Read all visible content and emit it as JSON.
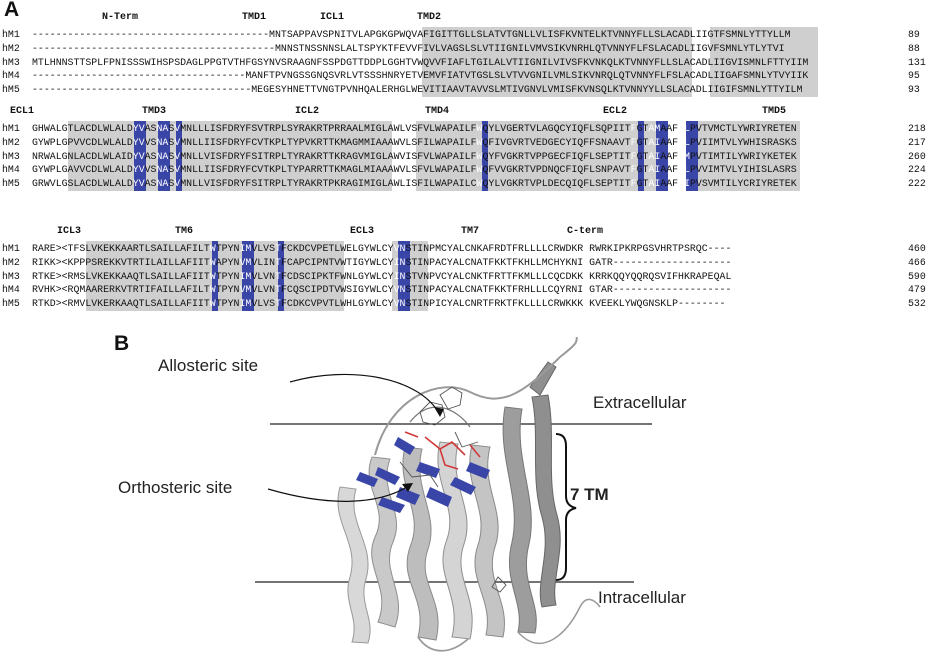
{
  "panel_a": {
    "letter": "A",
    "rows": [
      {
        "labels": [
          {
            "id": "nterm",
            "text": "N-Term"
          },
          {
            "id": "tmd1",
            "text": "TMD1"
          },
          {
            "id": "icl1",
            "text": "ICL1"
          },
          {
            "id": "tmd2",
            "text": "TMD2"
          }
        ],
        "sequences": [
          {
            "name": "hM1",
            "seq": "----------------------------------------MNTSAPPAVSPNITVLAPGKGPWQVAFIGITTGLLSLATVTGNLLVLISFKVNTELKTVNNYFLLSLACADLIIGTFSMNLYTTYLLM",
            "end": "89"
          },
          {
            "name": "hM2",
            "seq": "-----------------------------------------MNNSTNSSNNSLALTSPYKTFEVVFIVLVAGSLSLVTIIGNILVMVSIKVNRHLQTVNNYFLFSLACADLIIGVFSMNLYTLYTVI",
            "end": "88"
          },
          {
            "name": "hM3",
            "seq": "MTLHNNSTTSPLFPNISSSWIHSPSDAGLPPGTVTHFGSYNVSRAAGNFSSPDGTTDDPLGGHTVWQVVFIAFLTGILALVTIIGNILVIVSFKVNKQLKTVNNYFLLSLACADLIIGVISMNLFTTYIIM",
            "end": "131"
          },
          {
            "name": "hM4",
            "seq": "------------------------------------MANFTPVNGSSGNQSVRLVTSSSHNRYETVEMVFIATVTGSLSLVTVVGNILVMLSIKVNRQLQTVNNYFLFSLACADLIIGAFSMNLYTVYIIK",
            "end": "95"
          },
          {
            "name": "hM5",
            "seq": "-------------------------------------MEGESYHNETTVNGTPVNHQALERHGLWEVITIAAVTAVVSLMTIVGNVLVMISFKVNSQLKTVNNYYLLSLACADLIIGIFSMNLYTTYILM",
            "end": "93"
          }
        ]
      },
      {
        "labels": [
          {
            "id": "ecl1",
            "text": "ECL1"
          },
          {
            "id": "tmd3",
            "text": "TMD3"
          },
          {
            "id": "icl2",
            "text": "ICL2"
          },
          {
            "id": "tmd4",
            "text": "TMD4"
          },
          {
            "id": "ecl2",
            "text": "ECL2"
          },
          {
            "id": "tmd5",
            "text": "TMD5"
          }
        ],
        "sequences": [
          {
            "name": "hM1",
            "seq": "GHWALGTLACDLWLALDYVASNASVMNLLLISFDRYFSVTRPLSYRAKRTPRRAALMIGLAWLVSFVLWAPAILFWQYLVGERTVLAGQCYIQFLSQPIITFGTAMAAFYLPVTVMCTLYWRIYRETEN",
            "end": "218"
          },
          {
            "name": "hM2",
            "seq": "GYWPLGPVVCDLWLALDYVVSNASVMNLLIISFDRYFCVTKPLTYPVKRTTKMAGMMIAAAWVLSFILWAPAILFWQFIVGVRTVEDGECYIQFFSNAAVTFGTAIAAFYLPVIIMTVLYWHISRASKS",
            "end": "217"
          },
          {
            "name": "hM3",
            "seq": "NRWALGNLACDLWLAIDYVASNASVMNLLVISFDRYFSITRPLTYRAKRTTKRAGVMIGLAWVISFVLWAPAILFWQYFVGKRTVPPGECFIQFLSEPTITFGTAIAAFYMPVTIMTILYWRIYKETEK",
            "end": "260"
          },
          {
            "name": "hM4",
            "seq": "GYWPLGAVVCDLWLALDYVVSNASVMNLLIISFDRYFCVTKPLTYPARRTTKMAGLMIAAAWVLSFVLWAPAILFWQFVVGKRTVPDNQCFIQFLSNPAVTFGTAIAAFYLPVVIMTVLYIHISLASRS",
            "end": "224"
          },
          {
            "name": "hM5",
            "seq": "GRWVLGSLACDLWLALDYVASNASVMNLLVISFDRYFSITRPLTYRAKRTPKRAGIMIGLAWLISFILWAPAILCWQYLVGKRTVPLDECQIQFLSEPTITFGTAIAAFYIPVSVMTILYCRIYRETEK",
            "end": "222"
          }
        ]
      },
      {
        "labels": [
          {
            "id": "icl3",
            "text": "ICL3"
          },
          {
            "id": "tm6",
            "text": "TM6"
          },
          {
            "id": "ecl3",
            "text": "ECL3"
          },
          {
            "id": "tm7",
            "text": "TM7"
          },
          {
            "id": "cterm",
            "text": "C-term"
          }
        ],
        "sequences": [
          {
            "name": "hM1",
            "seq": "RARE><TFSLVKEKKAARTLSAILLAFILTWTPYNIMVLVSTFCKDCVPETLWELGYWLCYVNSTINPMCYALCNKAFRDTFRLLLLCRWDKR RWRKIPKRPGSVHRTPSRQC----",
            "end": "460"
          },
          {
            "name": "hM2",
            "seq": "RIKK><KPPPSREKKVTRTILAILLAFIITWAPYNVMVLINTFCAPCIPNTVWTIGYWLCYINSTINPACYALCNATFKKTFKHLLMCHYKNI GATR--------------------",
            "end": "466"
          },
          {
            "name": "hM3",
            "seq": "RTKE><RMSLVKEKKAAQTLSAILLAFIITWTPYNIMVLVNTFCDSCIPKTFWNLGYWLCYINSTVNPVCYALCNKTFRTTFKMLLLCQCDKK KRRKQQYQQRQSVIFHKRAPEQAL",
            "end": "590"
          },
          {
            "name": "hM4",
            "seq": "RVHK><RQMAARERKVTRTIFAILLAFILTWTPYNVMVLVNTFCQSCIPDTVWSIGYWLCYVNSTINPACYALCNATFKKTFRHLLLCQYRNI GTAR--------------------",
            "end": "479"
          },
          {
            "name": "hM5",
            "seq": "RTKD><RMVLVKERKAAQTLSAILLAFIITWTPYNIMVLVSTFCDKCVPVTLWHLGYWLCYVNSTINPICYALCNRTFRKTFKLLLLCRWKKK KVEEKLYWQGNSKLP--------",
            "end": "532"
          }
        ]
      }
    ]
  },
  "panel_b": {
    "letter": "B",
    "allosteric_label": "Allosteric site",
    "orthosteric_label": "Orthosteric site",
    "extracellular_label": "Extracellular",
    "intracellular_label": "Intracellular",
    "tm_label": "7 TM"
  },
  "colors": {
    "highlight_blue": "#3a45a8",
    "shade_gray": "#cfcfcf",
    "helix_gray": "#b9b9b9",
    "ligand_red": "#d23a3a"
  }
}
